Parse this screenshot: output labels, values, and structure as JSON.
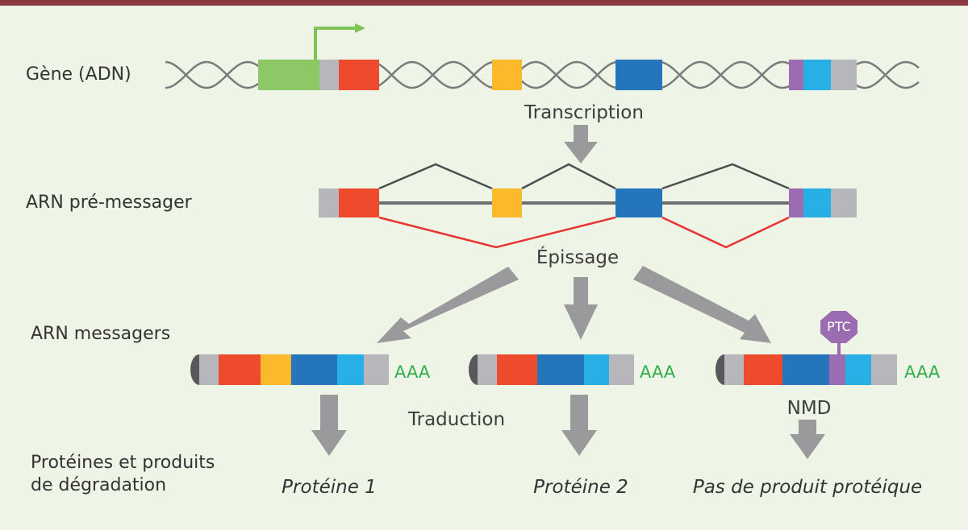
{
  "rows": {
    "gene": "Gène (ADN)",
    "pre_mrna": "ARN pré-messager",
    "mrnas": "ARN messagers",
    "proteins_line1": "Protéines et produits",
    "proteins_line2": "de dégradation"
  },
  "steps": {
    "transcription": "Transcription",
    "splicing": "Épissage",
    "translation": "Traduction",
    "nmd": "NMD"
  },
  "poly_a": [
    "AAA",
    "AAA",
    "AAA"
  ],
  "ptc": "PTC",
  "products": [
    "Protéine 1",
    "Protéine 2",
    "Pas de produit protéique"
  ],
  "colors": {
    "background": "#eef5e6",
    "top_bar": "#8b3a44",
    "promoter": "#8cc866",
    "utr": "#b6b6bb",
    "exon_red": "#ee4a2e",
    "exon_yellow": "#fbb92b",
    "exon_blue": "#2575bb",
    "exon_purple": "#9b6cb2",
    "exon_cyan": "#27b0e6",
    "splice_alt": "#e8332f",
    "arrow": "#9a9a9c",
    "poly_a": "#2fae4a",
    "tss_arrow": "#7dc357"
  }
}
